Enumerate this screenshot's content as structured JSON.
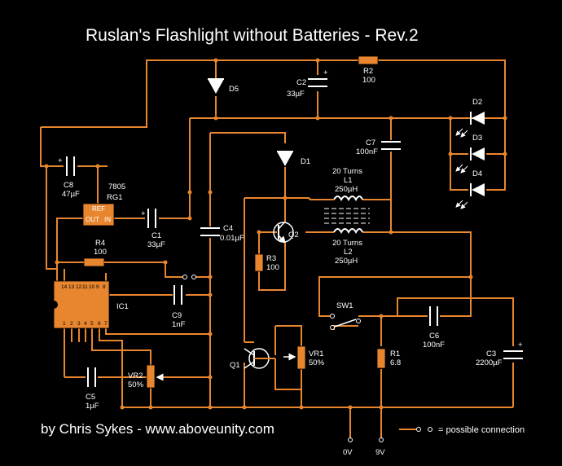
{
  "title": "Ruslan's Flashlight without Batteries - Rev.2",
  "footer": {
    "credit": "by Chris Sykes - www.aboveunity.com",
    "legend": "= possible connection"
  },
  "components": {
    "D5": {
      "ref": "D5"
    },
    "C2": {
      "ref": "C2",
      "value": "33µF",
      "polarity": "+"
    },
    "R2": {
      "ref": "R2",
      "value": "100"
    },
    "D2": {
      "ref": "D2"
    },
    "D3": {
      "ref": "D3"
    },
    "D4": {
      "ref": "D4"
    },
    "C7": {
      "ref": "C7",
      "value": "100nF"
    },
    "D1": {
      "ref": "D1"
    },
    "C8": {
      "ref": "C8",
      "value": "47µF",
      "polarity": "+"
    },
    "RG1": {
      "ref": "RG1",
      "part": "7805",
      "pin_ref": "REF",
      "pin_out": "OUT",
      "pin_in": "IN"
    },
    "C1": {
      "ref": "C1",
      "value": "33µF",
      "polarity": "+"
    },
    "C4": {
      "ref": "C4",
      "value": "0.01µF"
    },
    "Q2": {
      "ref": "Q2"
    },
    "L1": {
      "turns": "20 Turns",
      "ref": "L1",
      "value": "250µH"
    },
    "L2": {
      "turns": "20 Turns",
      "ref": "L2",
      "value": "250µH"
    },
    "R4": {
      "ref": "R4",
      "value": "100"
    },
    "R3": {
      "ref": "R3",
      "value": "100"
    },
    "IC1": {
      "ref": "IC1",
      "pins_top": [
        "14",
        "13",
        "12",
        "11",
        "10",
        "9",
        "8"
      ],
      "pins_bottom": [
        "1",
        "2",
        "3",
        "4",
        "5",
        "6",
        "7"
      ]
    },
    "C9": {
      "ref": "C9",
      "value": "1nF"
    },
    "SW1": {
      "ref": "SW1"
    },
    "C6": {
      "ref": "C6",
      "value": "100nF"
    },
    "Q1": {
      "ref": "Q1"
    },
    "VR1": {
      "ref": "VR1",
      "value": "50%"
    },
    "R1": {
      "ref": "R1",
      "value": "6.8"
    },
    "C3": {
      "ref": "C3",
      "value": "2200µF",
      "polarity": "+"
    },
    "C5": {
      "ref": "C5",
      "value": "1µF"
    },
    "VR2": {
      "ref": "VR2",
      "value": "50%"
    }
  },
  "terminals": {
    "gnd": "0V",
    "supply": "9V"
  }
}
